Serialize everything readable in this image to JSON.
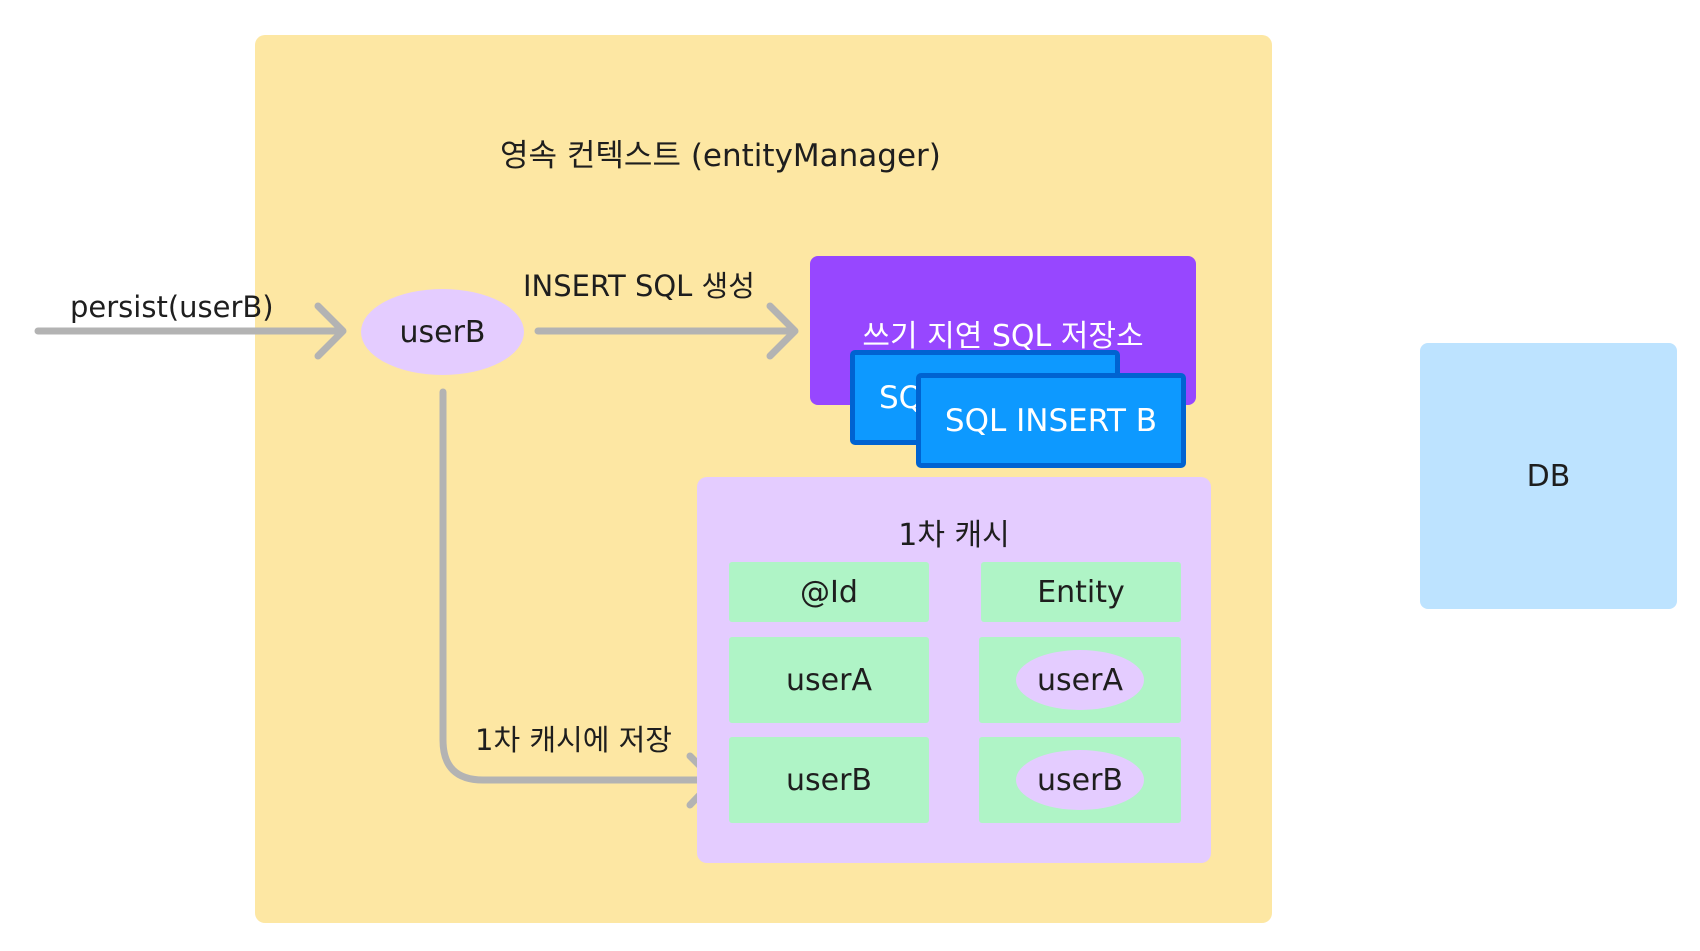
{
  "context": {
    "title": "영속 컨텍스트 (entityManager)"
  },
  "input": {
    "call_label": "persist(userB)",
    "entity": "userB"
  },
  "edges": {
    "insert_label": "INSERT SQL 생성",
    "cache_label": "1차 캐시에 저장"
  },
  "write_buffer": {
    "title": "쓰기 지연 SQL 저장소",
    "cards": [
      "SQL INSERT A",
      "SQL INSERT B"
    ]
  },
  "first_level_cache": {
    "title": "1차 캐시",
    "columns": [
      "@Id",
      "Entity"
    ],
    "rows": [
      {
        "id": "userA",
        "entity": "userA"
      },
      {
        "id": "userB",
        "entity": "userB"
      }
    ]
  },
  "db": {
    "label": "DB"
  },
  "colors": {
    "context": "#fde7a3",
    "buffer": "#9747ff",
    "sql_card": "#0d99ff",
    "cache": "#e4ccff",
    "cell": "#aff4c6",
    "entity_ellipse": "#e4ccff",
    "db": "#bde3ff",
    "arrow": "#b3b3b3"
  }
}
